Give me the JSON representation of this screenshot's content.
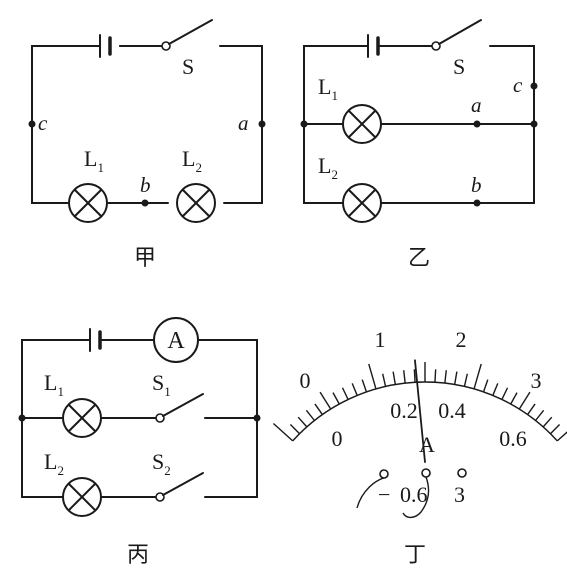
{
  "diagrams": {
    "jia": {
      "caption": "甲",
      "switch": "S",
      "lamp1": {
        "letter": "L",
        "sub": "1"
      },
      "lamp2": {
        "letter": "L",
        "sub": "2"
      },
      "points": {
        "a": "a",
        "b": "b",
        "c": "c"
      }
    },
    "yi": {
      "caption": "乙",
      "switch": "S",
      "lamp1": {
        "letter": "L",
        "sub": "1"
      },
      "lamp2": {
        "letter": "L",
        "sub": "2"
      },
      "points": {
        "a": "a",
        "b": "b",
        "c": "c"
      }
    },
    "bing": {
      "caption": "丙",
      "ammeter": "A",
      "lamp1": {
        "letter": "L",
        "sub": "1"
      },
      "lamp2": {
        "letter": "L",
        "sub": "2"
      },
      "switch1": {
        "letter": "S",
        "sub": "1"
      },
      "switch2": {
        "letter": "S",
        "sub": "2"
      }
    },
    "ding": {
      "caption": "丁",
      "outer_scale": [
        "0",
        "1",
        "2",
        "3"
      ],
      "inner_scale": [
        "0",
        "0.2",
        "0.4",
        "0.6"
      ],
      "unit": "A",
      "terminals": {
        "minus": "−",
        "mid": "0.6",
        "right": "3"
      },
      "reading_fraction": 0.47
    }
  }
}
